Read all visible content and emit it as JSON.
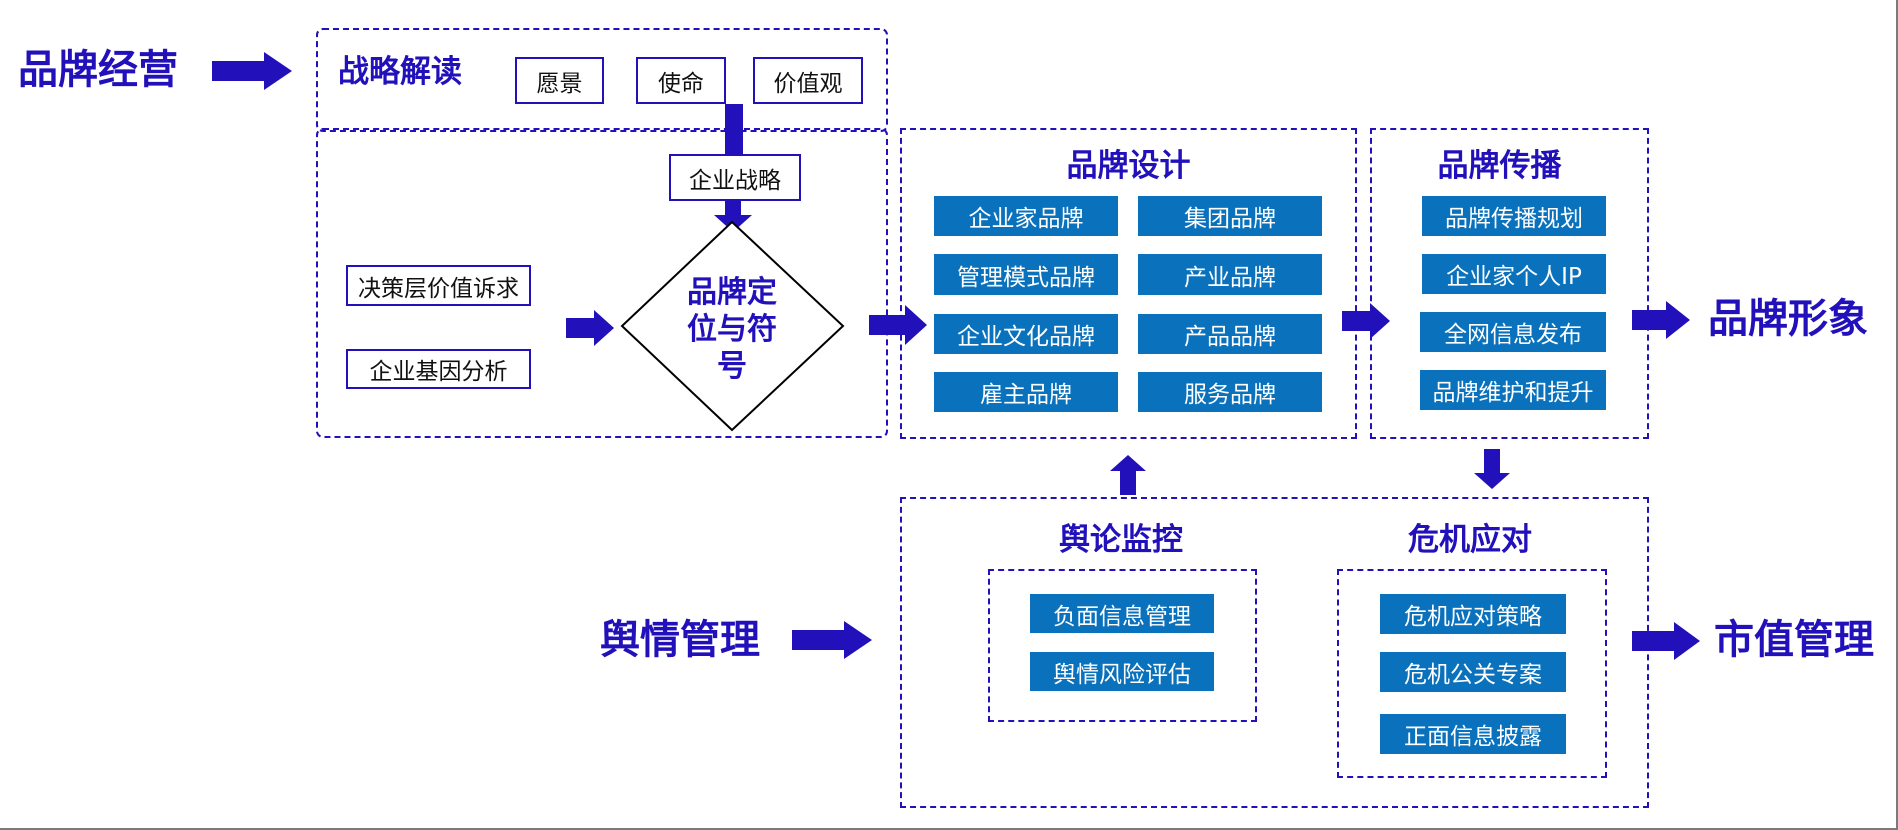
{
  "colors": {
    "accent_blue": "#2211bb",
    "button_blue": "#0a72bd",
    "button_text": "#ffffff",
    "outline_text": "#111111"
  },
  "left_labels": {
    "brand_operation": "品牌经营",
    "public_opinion_management": "舆情管理"
  },
  "right_labels": {
    "brand_image": "品牌形象",
    "market_value_management": "市值管理"
  },
  "strategy": {
    "title": "战略解读",
    "items": [
      "愿景",
      "使命",
      "价值观"
    ],
    "corporate_strategy": "企业战略"
  },
  "positioning": {
    "inputs": [
      "决策层价值诉求",
      "企业基因分析"
    ],
    "diamond_lines": [
      "品牌定",
      "位与符",
      "号"
    ]
  },
  "brand_design": {
    "title": "品牌设计",
    "items": [
      "企业家品牌",
      "集团品牌",
      "管理模式品牌",
      "产业品牌",
      "企业文化品牌",
      "产品品牌",
      "雇主品牌",
      "服务品牌"
    ]
  },
  "brand_communication": {
    "title": "品牌传播",
    "items": [
      "品牌传播规划",
      "企业家个人IP",
      "全网信息发布",
      "品牌维护和提升"
    ]
  },
  "opinion_monitoring": {
    "title": "舆论监控",
    "items": [
      "负面信息管理",
      "舆情风险评估"
    ]
  },
  "crisis_response": {
    "title": "危机应对",
    "items": [
      "危机应对策略",
      "危机公关专案",
      "正面信息披露"
    ]
  }
}
